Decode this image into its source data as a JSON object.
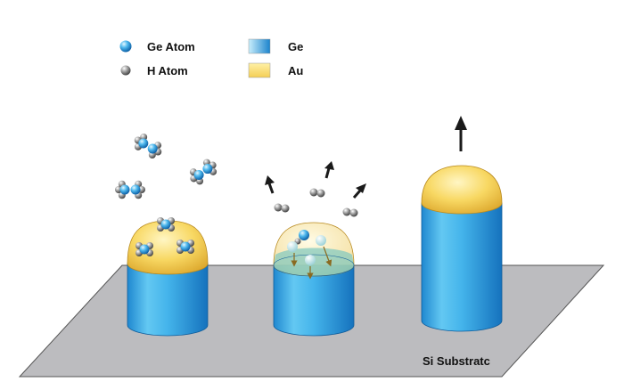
{
  "legend": {
    "ge_atom": "Ge Atom",
    "h_atom": "H Atom",
    "ge": "Ge",
    "au": "Au"
  },
  "substrate_label": "Si Substratc",
  "colors": {
    "ge_light": "#bfe9fb",
    "ge_mid": "#3fb3ec",
    "ge_dark": "#1379c4",
    "au_light": "#fff3b0",
    "au_mid": "#f7d55f",
    "au_dark": "#d9a92c",
    "substrate": "#b8b8bb",
    "arrow": "#1a1a1a"
  }
}
